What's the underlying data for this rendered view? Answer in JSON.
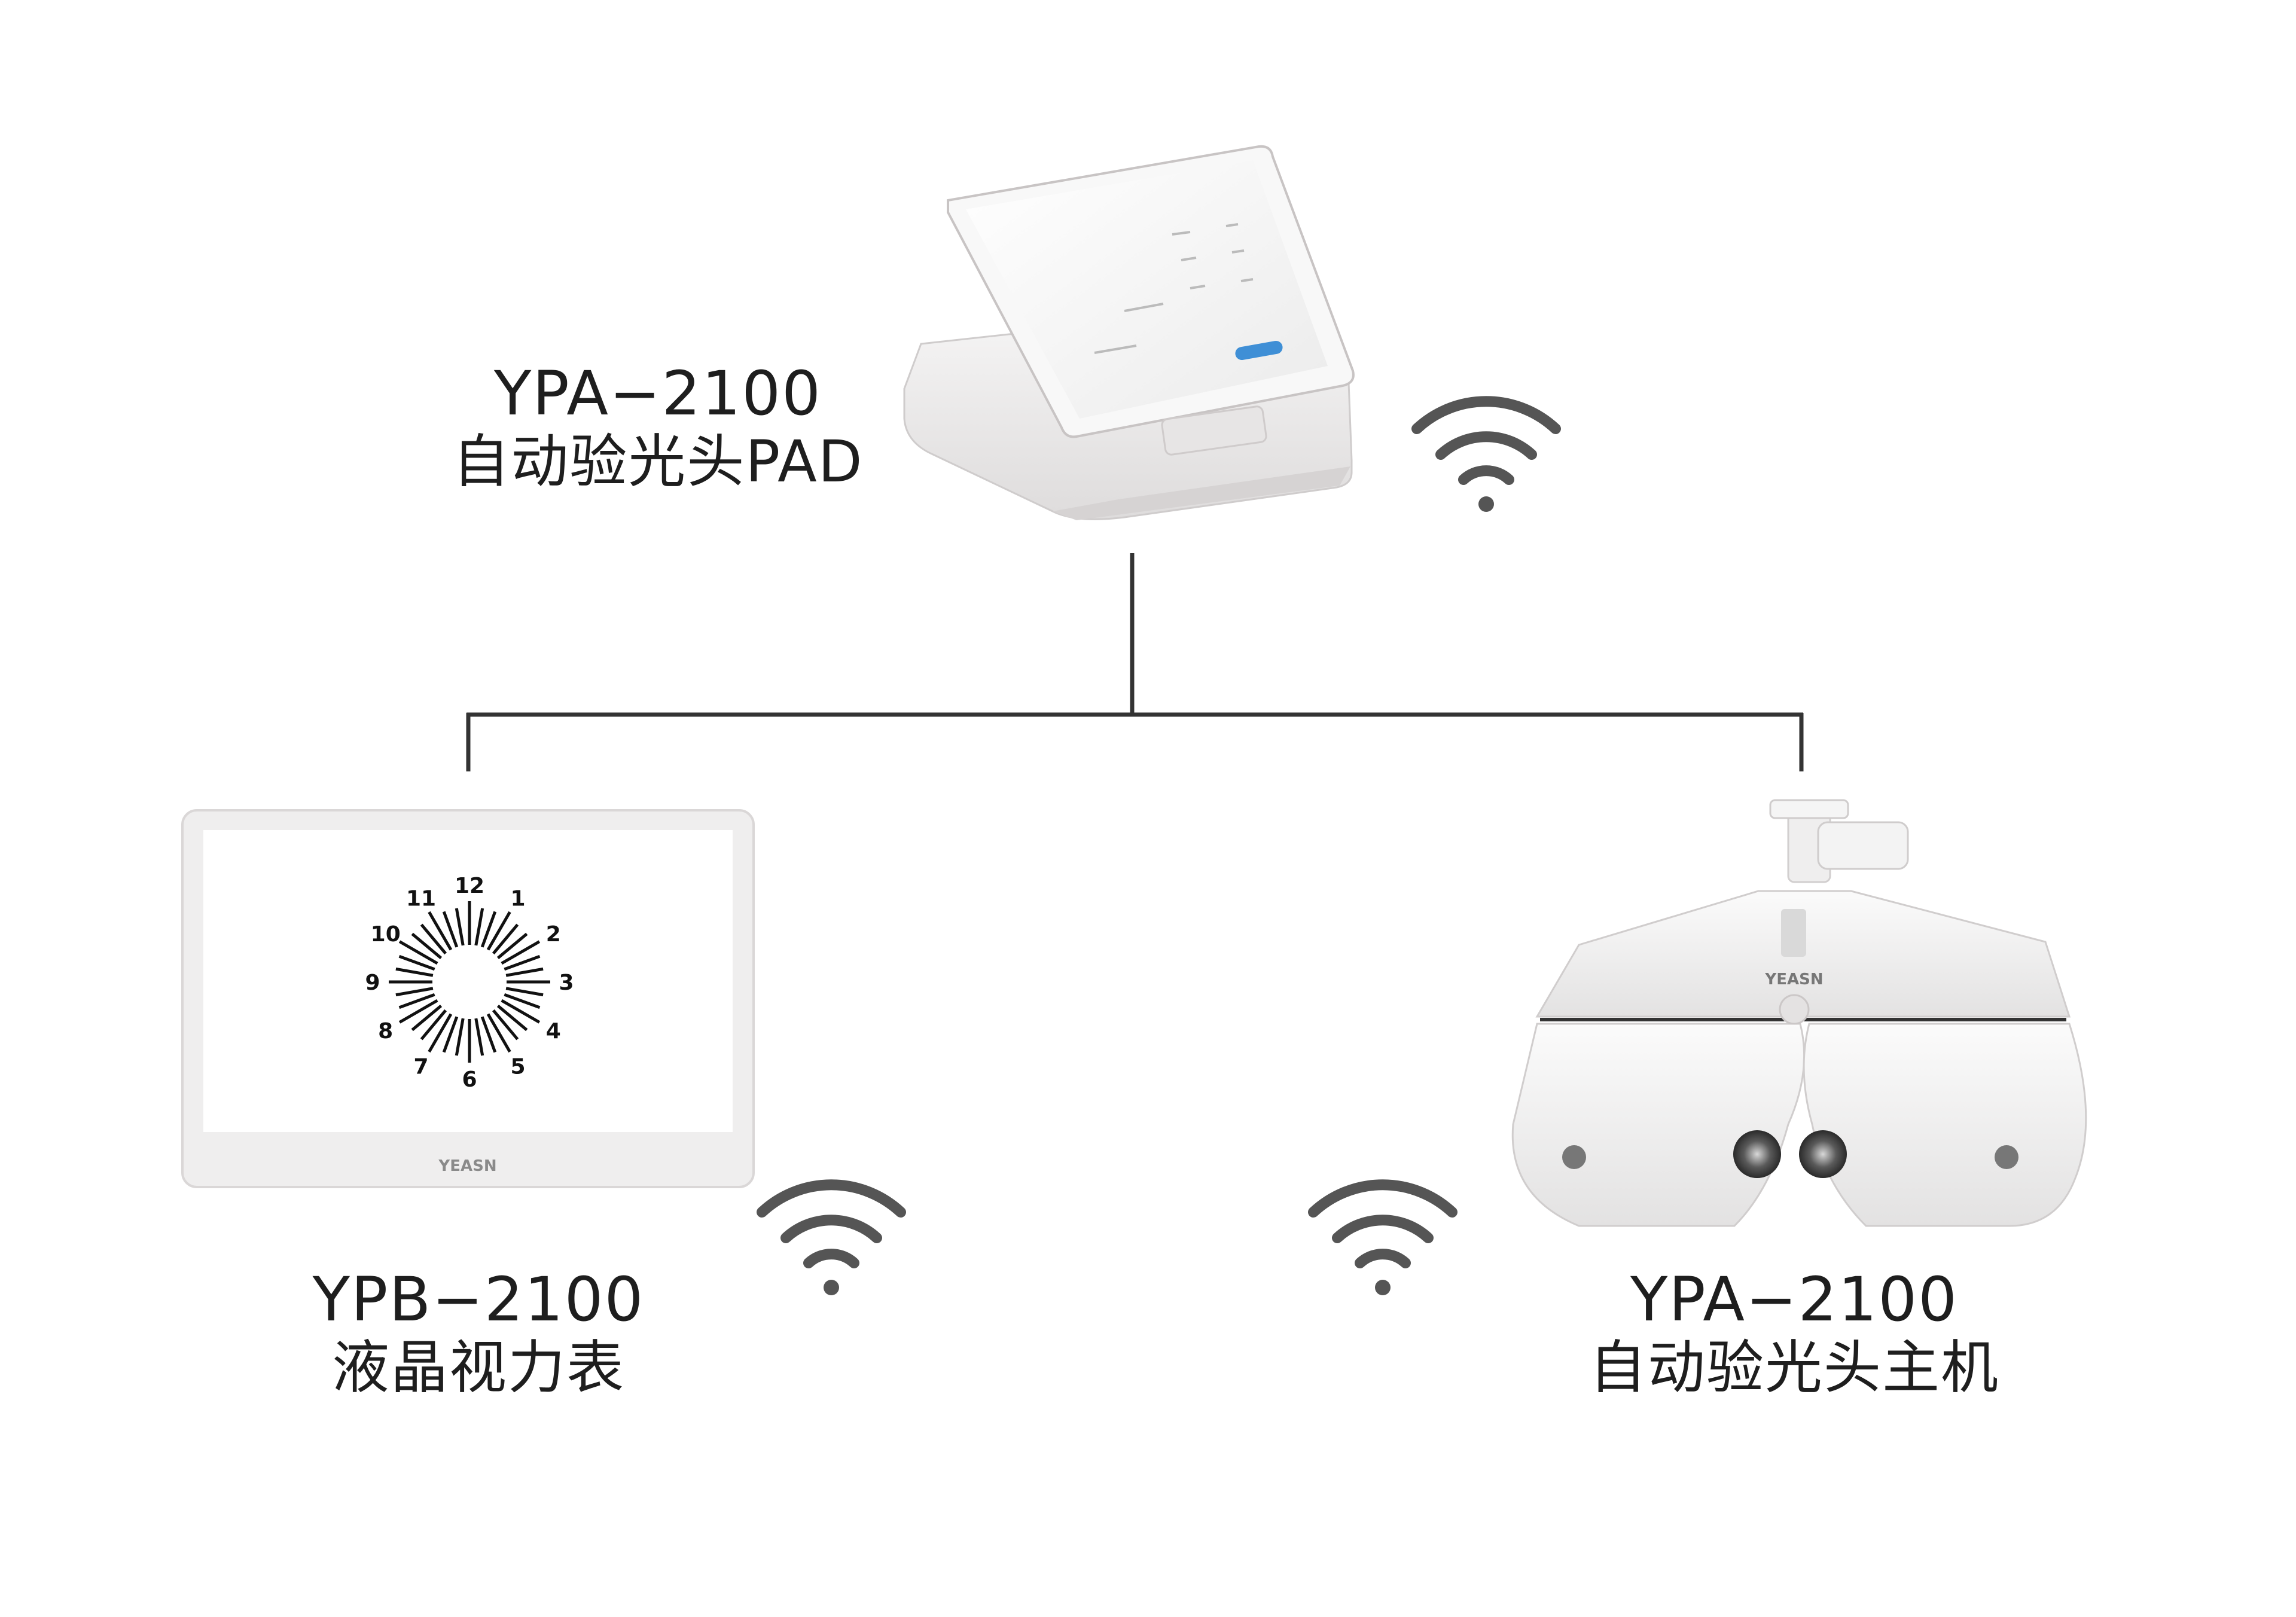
{
  "devices": {
    "pad": {
      "model": "YPA−2100",
      "name": "自动验光头PAD"
    },
    "chart": {
      "model": "YPB−2100",
      "name": "液晶视力表",
      "brand": "YEASN",
      "clock_numbers": [
        "12",
        "1",
        "2",
        "3",
        "4",
        "5",
        "6",
        "7",
        "8",
        "9",
        "10",
        "11"
      ]
    },
    "phoropter": {
      "model": "YPA−2100",
      "name": "自动验光头主机",
      "brand": "YEASN"
    }
  },
  "colors": {
    "line": "#333333",
    "wifi": "#555555",
    "device": "#f2f1f1"
  },
  "icons": [
    "wifi-icon"
  ]
}
